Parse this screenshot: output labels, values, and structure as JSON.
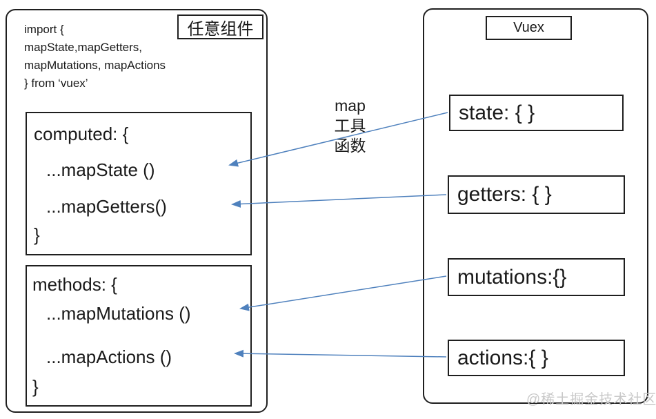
{
  "component_panel": {
    "title": "任意组件",
    "import_lines": [
      "import {",
      "mapState,mapGetters,",
      "mapMutations, mapActions",
      "} from ‘vuex’"
    ],
    "computed_block": {
      "header": "computed: {",
      "lines": [
        "...mapState ()",
        "...mapGetters()"
      ],
      "footer": "}"
    },
    "methods_block": {
      "header": "methods: {",
      "lines": [
        "...mapMutations ()",
        "...mapActions ()"
      ],
      "footer": "}"
    }
  },
  "map_utils_label": {
    "lines": [
      "map",
      "工具",
      "函数"
    ]
  },
  "vuex_panel": {
    "title": "Vuex",
    "boxes": [
      "state: { }",
      "getters: { }",
      "mutations:{}",
      "actions:{ }"
    ]
  },
  "watermark": "@稀土掘金技术社区",
  "colors": {
    "arrow": "#4f81bd",
    "border": "#1f1f1f",
    "watermark": "#c9c9c9"
  }
}
